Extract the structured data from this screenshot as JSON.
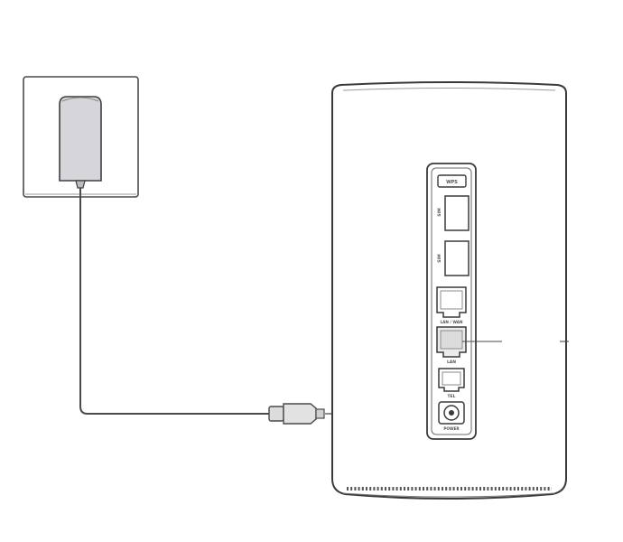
{
  "diagram": {
    "colors": {
      "stroke": "#4a4a4a",
      "adapter_fill": "#d6d6da",
      "plug_fill": "#dcdcdc",
      "background": "#ffffff"
    },
    "router": {
      "ports": [
        {
          "id": "wps",
          "label": "WPS"
        },
        {
          "id": "sim1",
          "label": "SIM"
        },
        {
          "id": "sim2",
          "label": "SIM"
        },
        {
          "id": "lan-wan",
          "label": "LAN / WAN"
        },
        {
          "id": "lan",
          "label": "LAN"
        },
        {
          "id": "tel",
          "label": "TEL"
        },
        {
          "id": "power",
          "label": "POWER"
        }
      ]
    },
    "connection": "power adapter cable plugged into router POWER port"
  }
}
